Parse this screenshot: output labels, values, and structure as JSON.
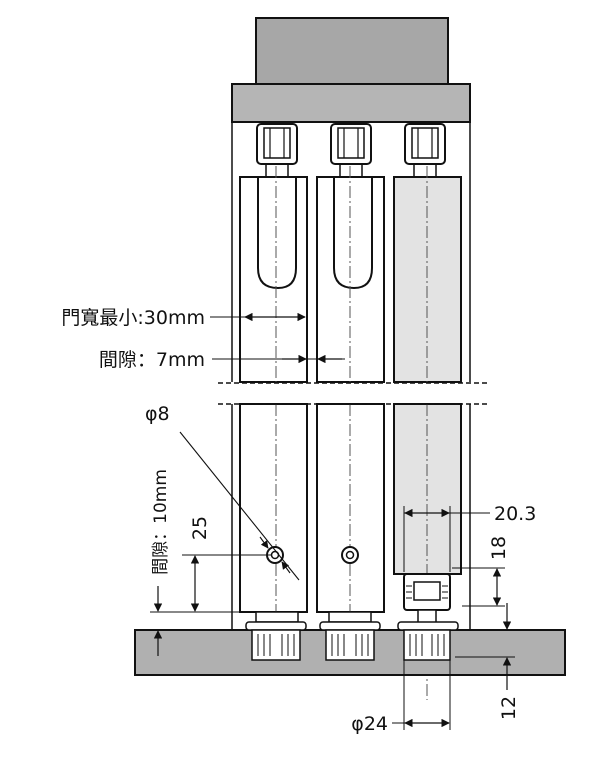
{
  "labels": {
    "door_width_min": "門寬最小:30mm",
    "gap_between_doors": "間隙：7mm",
    "gap_bottom": "間隙：10mm",
    "hole_diameter": "φ8",
    "dim_25": "25",
    "dim_20_3": "20.3",
    "dim_18": "18",
    "dim_12": "12",
    "roller_diameter": "φ24"
  },
  "colors": {
    "panel_fill": "#e3e3e3",
    "rail_fill": "#b5b5b5",
    "top_block_fill": "#a7a7a7",
    "base_fill": "#b0b0b0",
    "line": "#111111",
    "center_line": "#555555"
  }
}
